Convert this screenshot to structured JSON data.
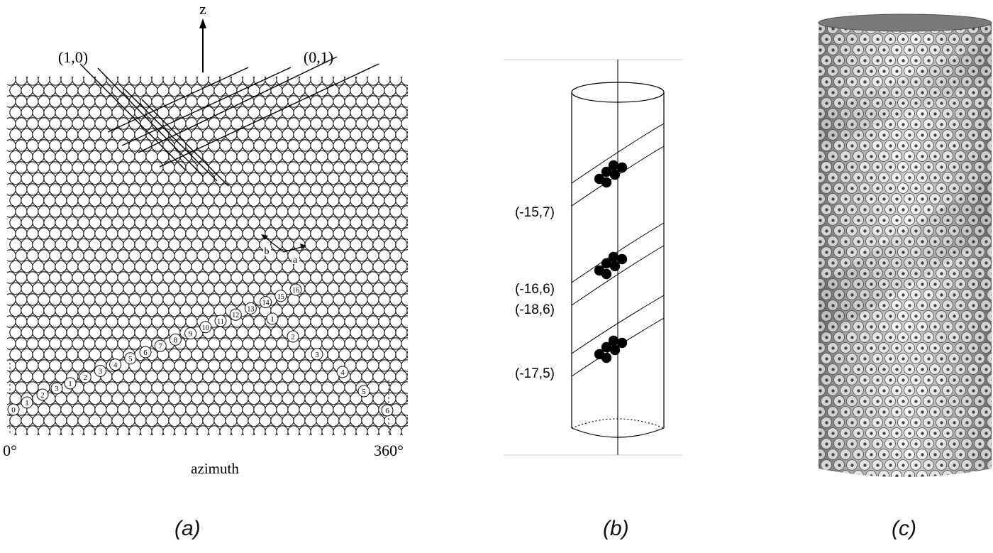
{
  "panel_a": {
    "axis_z": "z",
    "label_10": "(1,0)",
    "label_01": "(0,1)",
    "vector_a": "a",
    "vector_b": "b",
    "x_start": "0°",
    "x_end": "360°",
    "x_axis_label": "azimuth",
    "top_index_labels": [
      "1",
      "2",
      "3",
      "4",
      "5",
      "6",
      "7",
      "8",
      "9",
      "10",
      "11",
      "12",
      "13",
      "14",
      "15",
      "16"
    ],
    "bottom_index_labels": [
      "0",
      "1",
      "2",
      "3",
      "4",
      "5",
      "6"
    ]
  },
  "panel_b": {
    "helix_labels": [
      "(-15,7)",
      "(-16,6)",
      "(-18,6)",
      "(-17,5)"
    ]
  },
  "captions": [
    "(a)",
    "(b)",
    "(c)"
  ]
}
